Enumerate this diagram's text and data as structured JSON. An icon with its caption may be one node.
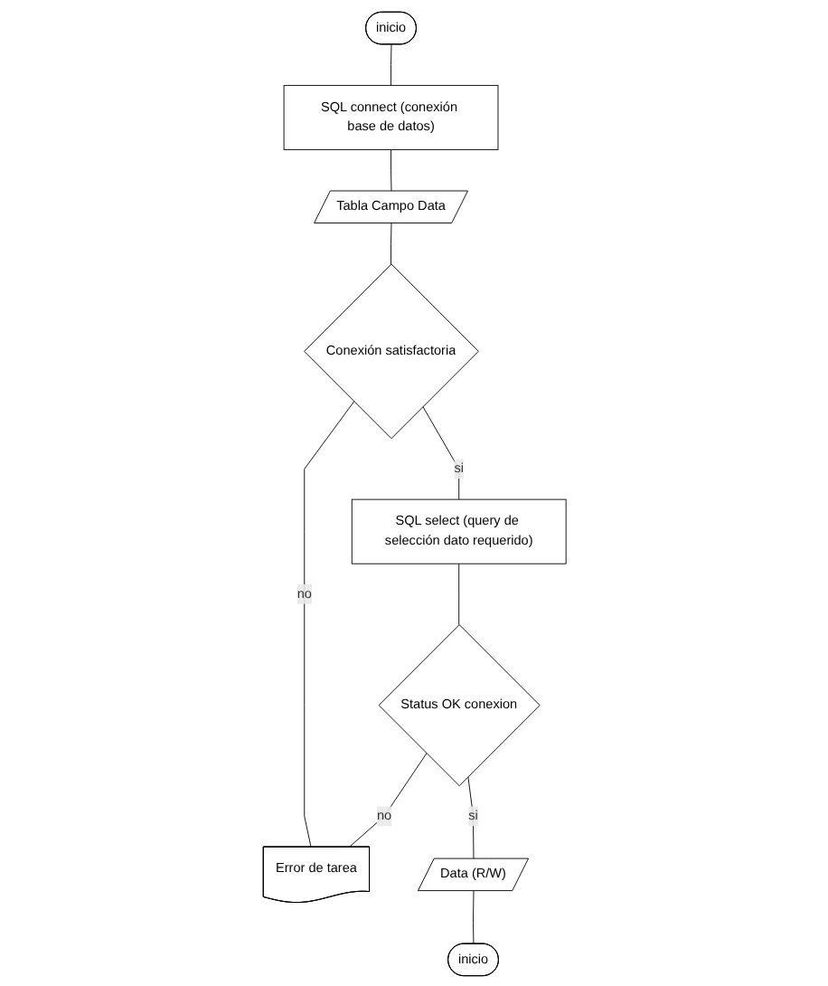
{
  "diagram": {
    "nodes": [
      {
        "text": [
          "inicio"
        ]
      },
      {
        "text": [
          "SQL connect (conexión base de datos)"
        ]
      },
      {
        "text": [
          "Tabla Campo Data"
        ]
      },
      {
        "text": [
          "Conexión satisfactoria"
        ]
      },
      {
        "text": [
          "SQL select (query de selección dato requerido)"
        ]
      },
      {
        "text": [
          "Status OK conexion"
        ]
      },
      {
        "text": [
          "Error de tarea"
        ]
      },
      {
        "text": [
          "Data (R/W)"
        ]
      },
      {
        "text": [
          "inicio"
        ]
      }
    ],
    "edges": [
      {
        "from": 0,
        "to": 1,
        "arrow": "none"
      },
      {
        "from": 1,
        "to": 2,
        "arrow": "none"
      },
      {
        "from": 2,
        "to": 3,
        "arrow": "none"
      },
      {
        "from": 3,
        "to": 6,
        "arrow": "none",
        "label": "no"
      },
      {
        "from": 3,
        "to": 4,
        "arrow": "none",
        "label": "si"
      },
      {
        "from": 4,
        "to": 5,
        "arrow": "none"
      },
      {
        "from": 5,
        "to": 6,
        "arrow": "none",
        "label": "no"
      },
      {
        "from": 5,
        "to": 7,
        "arrow": "none",
        "label": "si"
      },
      {
        "from": 7,
        "to": 8,
        "arrow": "none"
      }
    ]
  }
}
